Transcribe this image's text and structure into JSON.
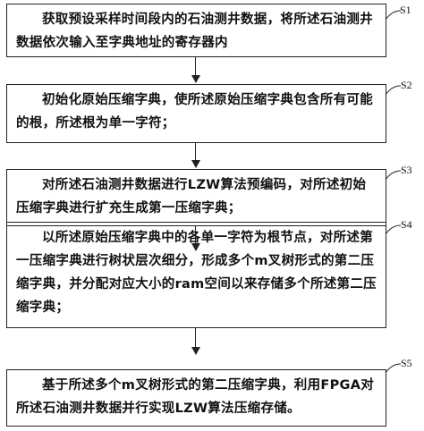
{
  "steps": [
    {
      "label": "S1",
      "text": "获取预设采样时间段内的石油测井数据，将所述石油测井数据依次输入至字典地址的寄存器内"
    },
    {
      "label": "S2",
      "text": "初始化原始压缩字典，使所述原始压缩字典包含所有可能的根，所述根为单一字符；"
    },
    {
      "label": "S3",
      "text": "对所述石油测井数据进行LZW算法预编码，对所述初始压缩字典进行扩充生成第一压缩字典；"
    },
    {
      "label": "S4",
      "text": "以所述原始压缩字典中的各单一字符为根节点，对所述第一压缩字典进行树状层次细分，形成多个m叉树形式的第二压缩字典，并分配对应大小的ram空间以来存储多个所述第二压缩字典；"
    },
    {
      "label": "S5",
      "text": "基于所述多个m叉树形式的第二压缩字典，利用FPGA对所述石油测井数据并行实现LZW算法压缩存储。"
    }
  ]
}
